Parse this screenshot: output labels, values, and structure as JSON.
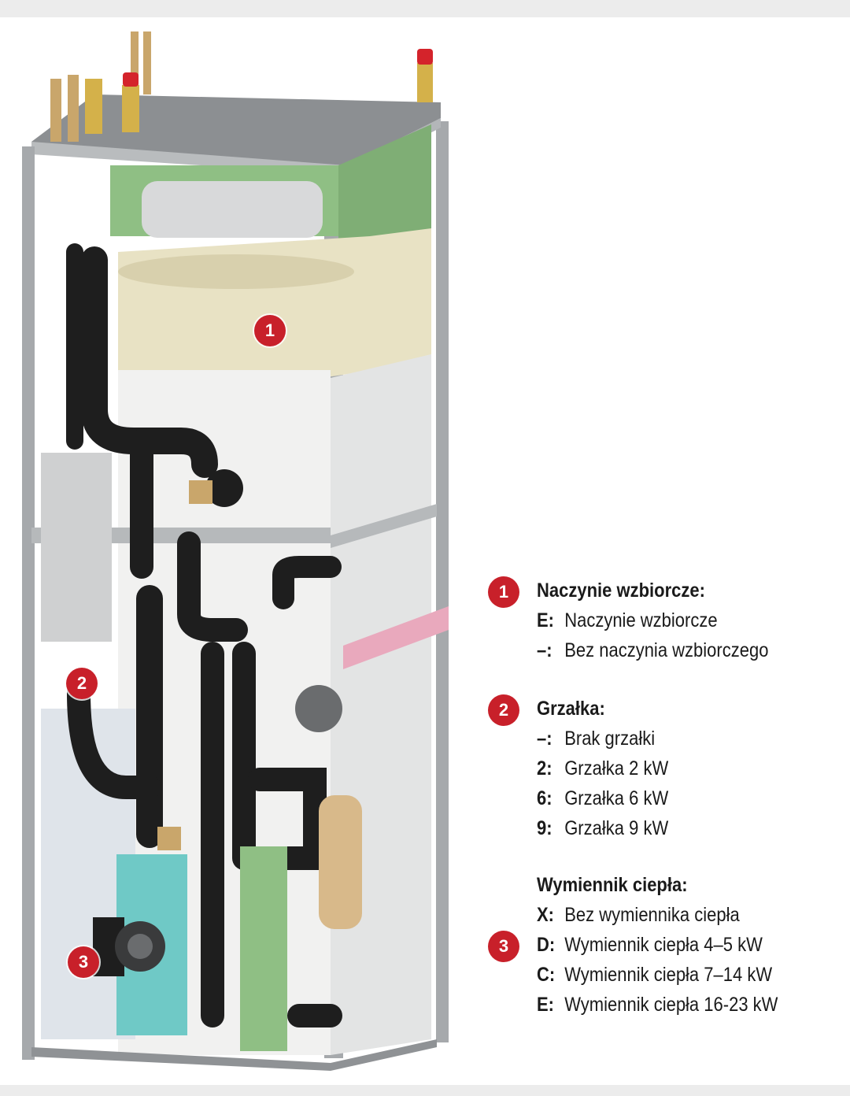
{
  "markers": {
    "m1": "1",
    "m2": "2",
    "m3": "3"
  },
  "colors": {
    "marker_red": "#c8202a",
    "frame_gray": "#a6a9ac",
    "pipe_black": "#1e1e1e",
    "tank_beige": "#e8e2c4",
    "green_panel": "#8fbf84",
    "teal_block": "#6fc9c6",
    "pink_bar": "#e9a9bd",
    "brass": "#c9a66b"
  },
  "legend": {
    "section1": {
      "marker": "1",
      "heading": "Naczynie wzbiorcze:",
      "items": [
        {
          "code": "E:",
          "label": "Naczynie wzbiorcze"
        },
        {
          "code": "–:",
          "label": "Bez naczynia wzbiorczego"
        }
      ]
    },
    "section2": {
      "marker": "2",
      "heading": "Grzałka:",
      "items": [
        {
          "code": "–:",
          "label": "Brak grzałki"
        },
        {
          "code": "2:",
          "label": "Grzałka 2 kW"
        },
        {
          "code": "6:",
          "label": "Grzałka 6 kW"
        },
        {
          "code": "9:",
          "label": "Grzałka 9 kW"
        }
      ]
    },
    "section3": {
      "marker": "3",
      "heading": "Wymiennik ciepła:",
      "items": [
        {
          "code": "X:",
          "label": "Bez wymiennika ciepła"
        },
        {
          "code": "D:",
          "label": "Wymiennik ciepła 4–5 kW"
        },
        {
          "code": "C:",
          "label": "Wymiennik ciepła 7–14 kW"
        },
        {
          "code": "E:",
          "label": "Wymiennik ciepła 16-23 kW"
        }
      ]
    }
  }
}
